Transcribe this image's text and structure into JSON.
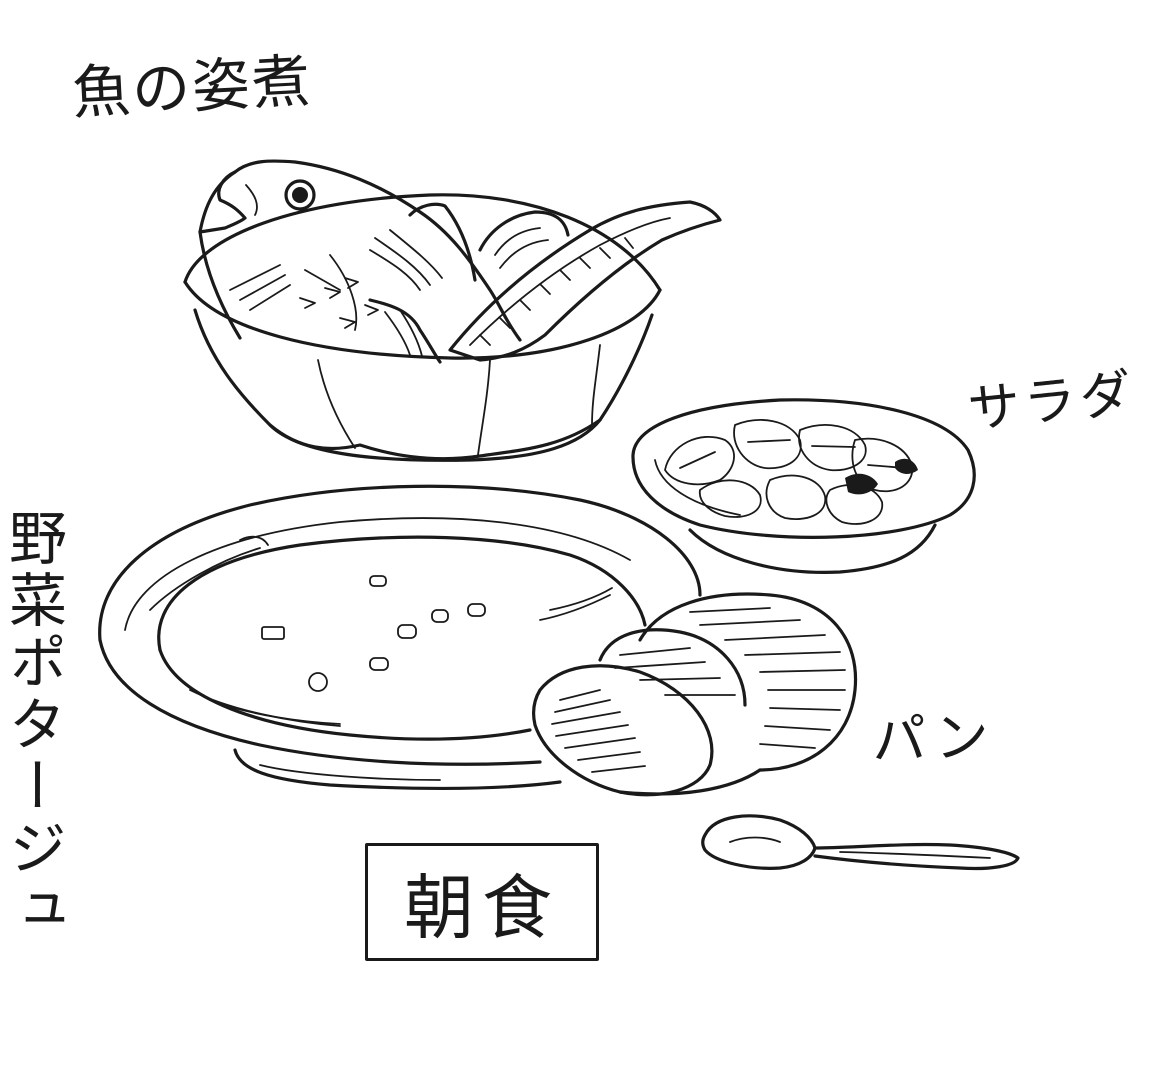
{
  "labels": {
    "fish": "魚の姿煮",
    "salad": "サラダ",
    "bread": "パン",
    "potage": "野菜ポタージュ"
  },
  "title": "朝食",
  "ink_color": "#1a1a1a",
  "paper_color": "#ffffff"
}
